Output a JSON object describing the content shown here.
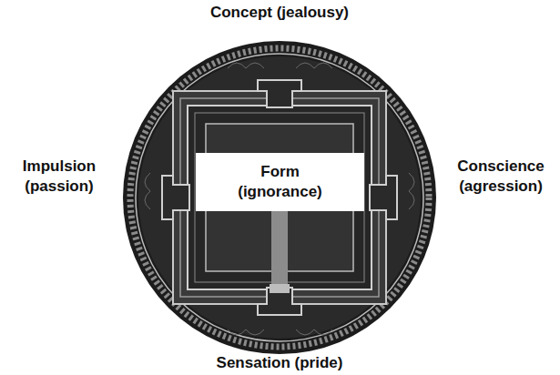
{
  "diagram": {
    "nodes": [
      {
        "text": [
          "Form (ignorance)"
        ]
      }
    ],
    "labels": [
      "Concept (jealousy)",
      "Impulsion (passion)",
      "Conscience (agression)",
      "Sensation (pride)"
    ]
  }
}
